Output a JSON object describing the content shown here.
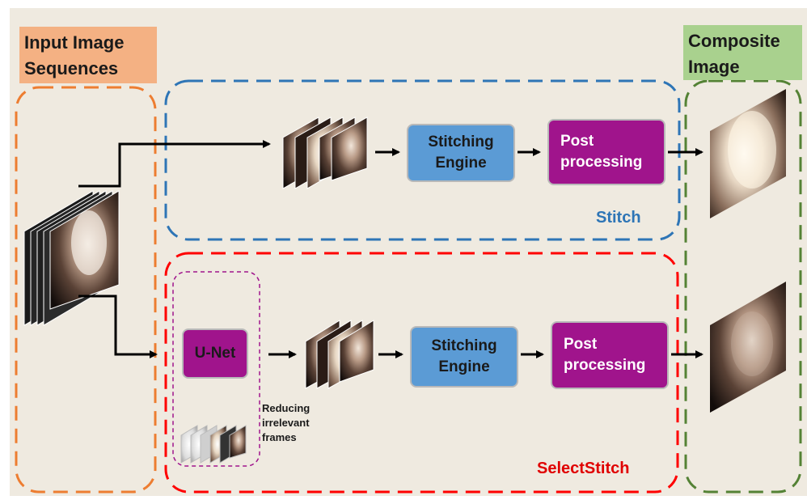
{
  "headers": {
    "input": [
      "Input Image",
      "Sequences"
    ],
    "composite": [
      "Composite",
      "Image"
    ]
  },
  "stitch_row": {
    "label": "Stitch",
    "engine": [
      "Stitching",
      "Engine"
    ],
    "post": [
      "Post",
      "processing"
    ]
  },
  "select_row": {
    "label": "SelectStitch",
    "unet": "U-Net",
    "engine": [
      "Stitching",
      "Engine"
    ],
    "post": [
      "Post",
      "processing"
    ],
    "note": [
      "Reducing",
      "irrelevant",
      "frames"
    ]
  },
  "colors": {
    "input_border": "#ed7d31",
    "input_header_bg": "#f4b183",
    "stitch_border": "#2e75b6",
    "stitch_label": "#2e75b6",
    "select_border": "#ff0000",
    "select_label": "#e00000",
    "composite_border": "#548235",
    "composite_header_bg": "#a9d18e",
    "unet_dashed": "#a0148c",
    "engine_fill": "#5b9bd5",
    "post_fill": "#a0148c"
  }
}
